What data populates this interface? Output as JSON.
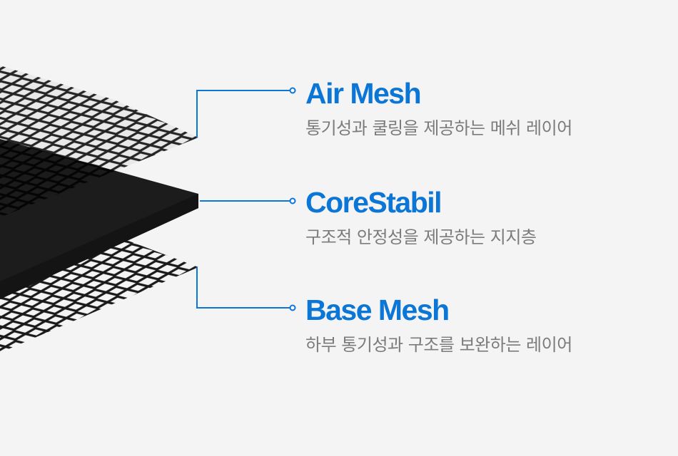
{
  "accent_color": "#0b76d6",
  "layers": [
    {
      "title": "Air Mesh",
      "description": "통기성과 쿨링을 제공하는 메쉬 레이어"
    },
    {
      "title": "CoreStabil",
      "description": "구조적 안정성을 제공하는 지지층"
    },
    {
      "title": "Base Mesh",
      "description": "하부 통기성과 구조를 보완하는 레이어"
    }
  ]
}
